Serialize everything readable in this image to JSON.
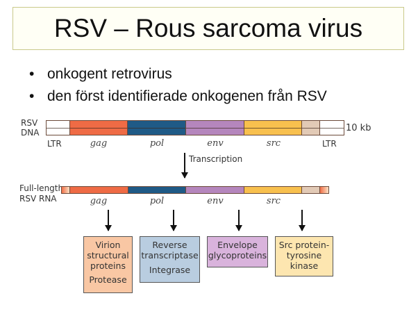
{
  "title": "RSV – Rous sarcoma virus",
  "bullets": [
    "onkogent retrovirus",
    "den först identifierade onkogenen från RSV"
  ],
  "diagram": {
    "dna_label": [
      "RSV",
      "DNA"
    ],
    "dna_length": "10 kb",
    "dna_segments": [
      "LTR",
      "gag",
      "pol",
      "env",
      "src",
      "LTR"
    ],
    "transcription": "Transcription",
    "rna_label": [
      "Full-length",
      "RSV RNA"
    ],
    "rna_segments": [
      "gag",
      "pol",
      "env",
      "src"
    ],
    "products": [
      {
        "lines": [
          "Virion",
          "structural",
          "proteins"
        ],
        "extra": "Protease",
        "color": "#f9c7a4"
      },
      {
        "lines": [
          "Reverse",
          "transcriptase"
        ],
        "extra": "Integrase",
        "color": "#b9cde0"
      },
      {
        "lines": [
          "Envelope",
          "glycoproteins"
        ],
        "extra": "",
        "color": "#d9b3dc"
      },
      {
        "lines": [
          "Src protein-",
          "tyrosine",
          "kinase"
        ],
        "extra": "",
        "color": "#fde6b0"
      }
    ],
    "colors": {
      "gag": "#ef6b45",
      "pol": "#1f5a86",
      "env": "#b586bd",
      "src": "#f8c04e",
      "utr": "#e2cab6"
    }
  }
}
